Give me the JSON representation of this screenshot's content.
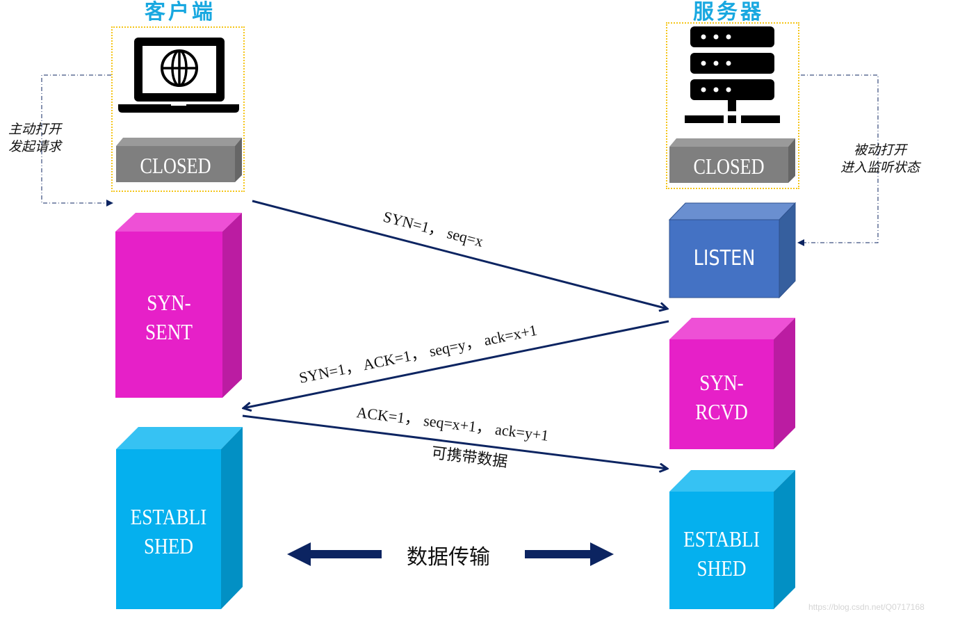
{
  "client": {
    "title": "客户端",
    "icon": "laptop-globe-icon",
    "initial_state": "CLOSED",
    "open_note": [
      "主动打开",
      "发起请求"
    ],
    "states": [
      {
        "label_lines": [
          "SYN-",
          "SENT"
        ],
        "color": "#e620c8"
      },
      {
        "label_lines": [
          "ESTABLI",
          "SHED"
        ],
        "color": "#05b0ee"
      }
    ]
  },
  "server": {
    "title": "服务器",
    "icon": "server-rack-icon",
    "initial_state": "CLOSED",
    "open_note": [
      "被动打开",
      "进入监听状态"
    ],
    "states": [
      {
        "label": "LISTEN",
        "color": "#4472c4"
      },
      {
        "label_lines": [
          "SYN-",
          "RCVD"
        ],
        "color": "#e620c8"
      },
      {
        "label_lines": [
          "ESTABLI",
          "SHED"
        ],
        "color": "#05b0ee"
      }
    ]
  },
  "messages": [
    {
      "direction": "client-to-server",
      "text": "SYN=1， seq=x"
    },
    {
      "direction": "server-to-client",
      "text": "SYN=1， ACK=1， seq=y， ack=x+1"
    },
    {
      "direction": "client-to-server",
      "text": "ACK=1， seq=x+1， ack=y+1",
      "note": "可携带数据"
    }
  ],
  "data_transfer": {
    "label": "数据传输"
  },
  "colors": {
    "arrow": "#0c2461",
    "title": "#19a8e0",
    "closed": "#7f7f7f",
    "dotted_frame": "#f5c518"
  },
  "watermark": "https://blog.csdn.net/Q0717168"
}
